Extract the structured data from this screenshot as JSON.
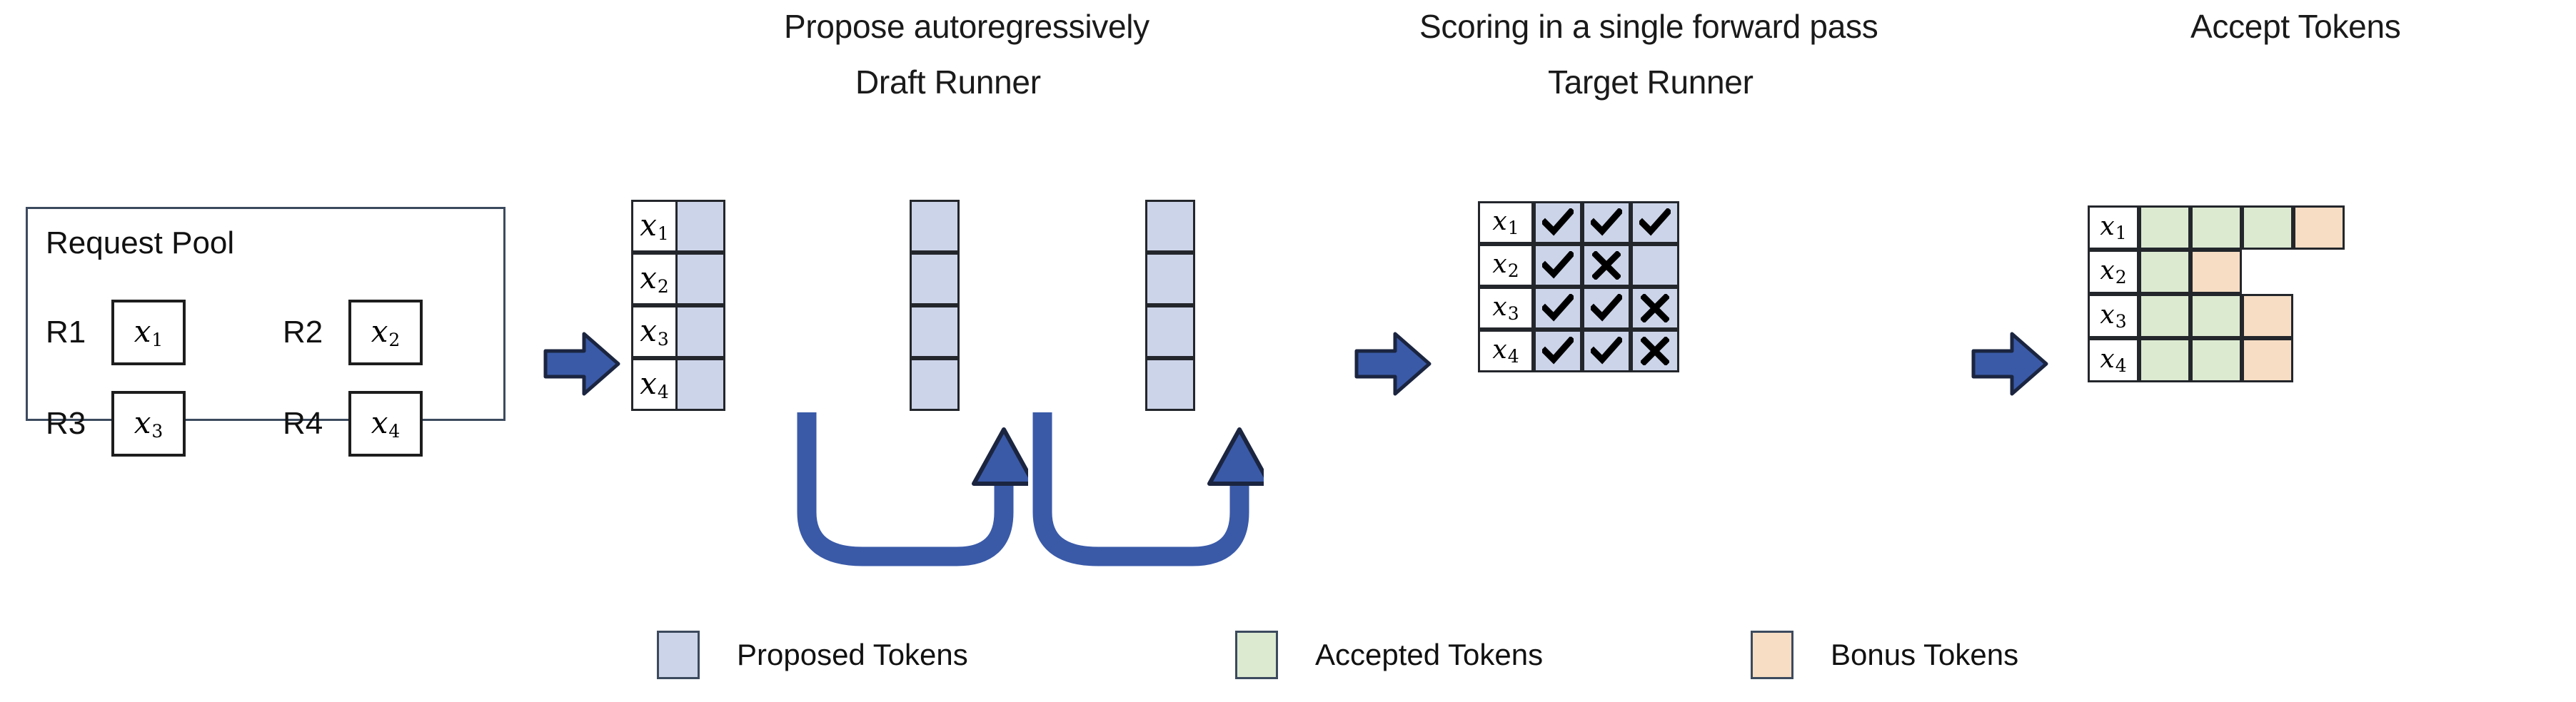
{
  "figure": {
    "titles": {
      "propose": "Propose autoregressively",
      "draft_runner": "Draft Runner",
      "scoring": "Scoring in a single forward pass",
      "target_runner": "Target Runner",
      "accept": "Accept Tokens"
    }
  },
  "request_pool": {
    "title": "Request Pool",
    "items": [
      {
        "label": "R1",
        "token": "x",
        "sub": "1"
      },
      {
        "label": "R2",
        "token": "x",
        "sub": "2"
      },
      {
        "label": "R3",
        "token": "x",
        "sub": "3"
      },
      {
        "label": "R4",
        "token": "x",
        "sub": "4"
      }
    ]
  },
  "draft_runner": {
    "row_labels": [
      {
        "token": "x",
        "sub": "1"
      },
      {
        "token": "x",
        "sub": "2"
      },
      {
        "token": "x",
        "sub": "3"
      },
      {
        "token": "x",
        "sub": "4"
      }
    ],
    "steps": 3,
    "rows": 4,
    "cell_state": "proposed",
    "loop_arrow_count": 2
  },
  "target_runner": {
    "row_labels": [
      {
        "token": "x",
        "sub": "1"
      },
      {
        "token": "x",
        "sub": "2"
      },
      {
        "token": "x",
        "sub": "3"
      },
      {
        "token": "x",
        "sub": "4"
      }
    ],
    "marks": [
      [
        "check",
        "check",
        "check"
      ],
      [
        "check",
        "cross",
        "blank"
      ],
      [
        "check",
        "check",
        "cross"
      ],
      [
        "check",
        "check",
        "cross"
      ]
    ]
  },
  "accept_tokens": {
    "row_labels": [
      {
        "token": "x",
        "sub": "1"
      },
      {
        "token": "x",
        "sub": "2"
      },
      {
        "token": "x",
        "sub": "3"
      },
      {
        "token": "x",
        "sub": "4"
      }
    ],
    "rows": [
      [
        "accepted",
        "accepted",
        "accepted",
        "bonus"
      ],
      [
        "accepted",
        "bonus"
      ],
      [
        "accepted",
        "accepted",
        "bonus"
      ],
      [
        "accepted",
        "accepted",
        "bonus"
      ]
    ]
  },
  "legend": [
    {
      "name": "proposed",
      "label": "Proposed Tokens",
      "color": "#ccd4e9"
    },
    {
      "name": "accepted",
      "label": "Accepted Tokens",
      "color": "#dcead0"
    },
    {
      "name": "bonus",
      "label": "Bonus Tokens",
      "color": "#f6ddc3"
    }
  ],
  "colors": {
    "proposed": "#ccd4e9",
    "accepted": "#dcead0",
    "bonus": "#f6ddc3",
    "arrow_blue": "#3a5aa8",
    "border": "#23262b"
  }
}
